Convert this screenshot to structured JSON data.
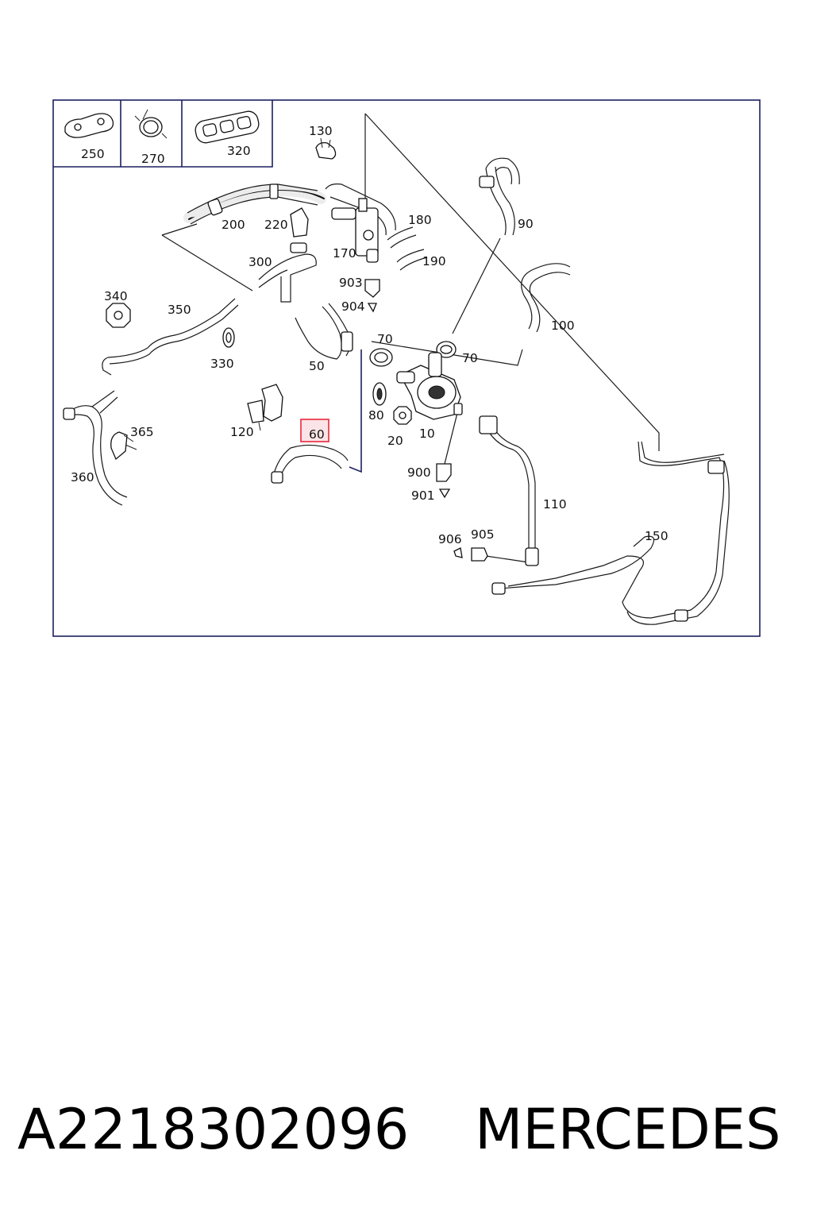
{
  "parts": [
    {
      "id": "p250",
      "label": "250"
    },
    {
      "id": "p270",
      "label": "270"
    },
    {
      "id": "p320",
      "label": "320"
    },
    {
      "id": "p130",
      "label": "130"
    },
    {
      "id": "p200",
      "label": "200"
    },
    {
      "id": "p220",
      "label": "220"
    },
    {
      "id": "p180",
      "label": "180"
    },
    {
      "id": "p90",
      "label": "90"
    },
    {
      "id": "p300",
      "label": "300"
    },
    {
      "id": "p170",
      "label": "170"
    },
    {
      "id": "p190",
      "label": "190"
    },
    {
      "id": "p903",
      "label": "903"
    },
    {
      "id": "p904",
      "label": "904"
    },
    {
      "id": "p340",
      "label": "340"
    },
    {
      "id": "p350",
      "label": "350"
    },
    {
      "id": "p100",
      "label": "100"
    },
    {
      "id": "p330",
      "label": "330"
    },
    {
      "id": "p50",
      "label": "50"
    },
    {
      "id": "p70a",
      "label": "70"
    },
    {
      "id": "p70b",
      "label": "70"
    },
    {
      "id": "p365",
      "label": "365"
    },
    {
      "id": "p120",
      "label": "120"
    },
    {
      "id": "p60",
      "label": "60"
    },
    {
      "id": "p80",
      "label": "80"
    },
    {
      "id": "p10",
      "label": "10"
    },
    {
      "id": "p20",
      "label": "20"
    },
    {
      "id": "p360",
      "label": "360"
    },
    {
      "id": "p900",
      "label": "900"
    },
    {
      "id": "p110",
      "label": "110"
    },
    {
      "id": "p901",
      "label": "901"
    },
    {
      "id": "p906",
      "label": "906"
    },
    {
      "id": "p905",
      "label": "905"
    },
    {
      "id": "p150",
      "label": "150"
    }
  ],
  "highlight": {
    "label": "60",
    "color": "#e8283c",
    "fill": "#fbe4e7"
  },
  "footer": {
    "part_number": "A2218302096",
    "brand": "MERCEDES"
  }
}
